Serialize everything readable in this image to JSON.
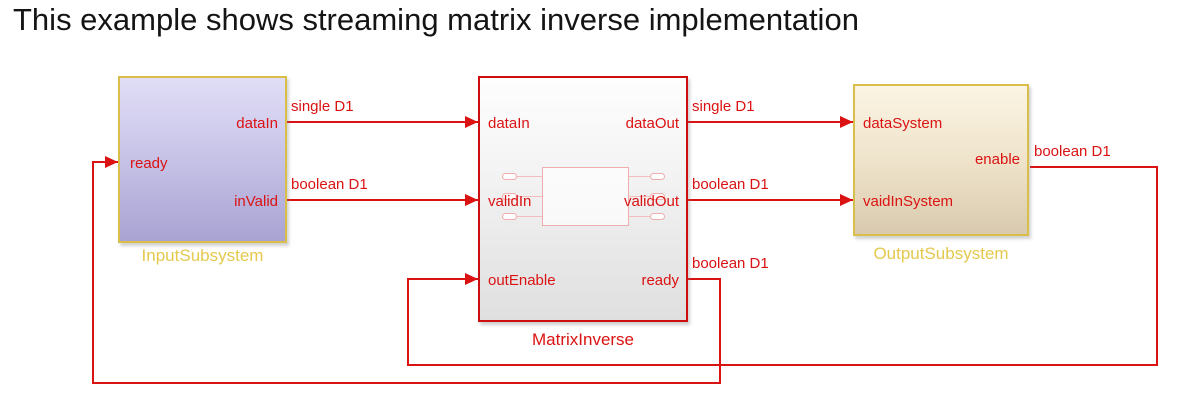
{
  "title": "This example shows streaming matrix inverse implementation",
  "blocks": {
    "input": {
      "label": "InputSubsystem",
      "ports": {
        "ready": "ready",
        "dataIn": "dataIn",
        "inValid": "inValid"
      }
    },
    "matrix": {
      "label": "MatrixInverse",
      "ports": {
        "dataIn": "dataIn",
        "validIn": "validIn",
        "outEnable": "outEnable",
        "dataOut": "dataOut",
        "validOut": "validOut",
        "ready": "ready"
      }
    },
    "output": {
      "label": "OutputSubsystem",
      "ports": {
        "dataSystem": "dataSystem",
        "vaidInSystem": "vaidInSystem",
        "enable": "enable"
      }
    }
  },
  "signals": {
    "input_dataIn": "single D1",
    "input_inValid": "boolean D1",
    "matrix_dataOut": "single D1",
    "matrix_validOut": "boolean D1",
    "matrix_ready": "boolean D1",
    "output_enable": "boolean D1"
  },
  "colors": {
    "signal_red": "#DB1212",
    "subsystem_border_gold": "#D9BF49",
    "subsystem_label_gold": "#E4C94E",
    "input_fill_top": "#E0DDF6",
    "input_fill_bottom": "#A9A3D3",
    "matrix_fill_top": "#FEFEFE",
    "matrix_fill_bottom": "#DFDFDF",
    "output_fill_top": "#FBF4E4",
    "output_fill_bottom": "#D9CAAE"
  }
}
